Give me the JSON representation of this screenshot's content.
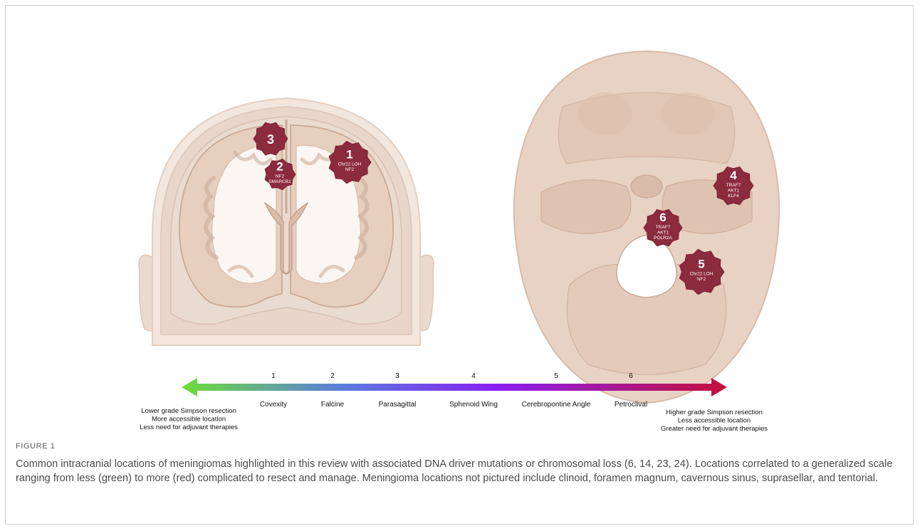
{
  "figure": {
    "label": "FIGURE 1",
    "caption": "Common intracranial locations of meningiomas highlighted in this review with  associated DNA driver mutations or chromosomal loss (6, 14, 23, 24). Locations correlated to a generalized scale ranging from less (green) to more (red) complicated to resect  and manage. Meningioma locations not pictured include clinoid, foramen magnum, cavernous sinus, suprasellar, and tentorial."
  },
  "tumors": [
    {
      "number": "1",
      "lines": [
        "Chr22 LOH",
        "NF2"
      ]
    },
    {
      "number": "2",
      "lines": [
        "NF2",
        "SMARCB1"
      ]
    },
    {
      "number": "3",
      "lines": []
    },
    {
      "number": "4",
      "lines": [
        "TRAF7",
        "AKT1",
        "KLF4"
      ]
    },
    {
      "number": "5",
      "lines": [
        "Chr22 LOH",
        "NF2"
      ]
    },
    {
      "number": "6",
      "lines": [
        "TRAF7",
        "AKT1",
        "POLR2A"
      ]
    }
  ],
  "scale": {
    "ticks": [
      {
        "number": "1",
        "label": "Covexity"
      },
      {
        "number": "2",
        "label": "Falcine"
      },
      {
        "number": "3",
        "label": "Parasagittal"
      },
      {
        "number": "4",
        "label": "Sphenoid Wing"
      },
      {
        "number": "5",
        "label": "Cerebropontine Angle"
      },
      {
        "number": "6",
        "label": "Petroclival"
      }
    ],
    "left_text": [
      "Lower grade Simpson resection",
      "More accessible location",
      "Less need for adjuvant therapies"
    ],
    "right_text": [
      "Higher grade Simpson resection",
      "Less accessible location",
      "Greater need for adjuvant therapies"
    ],
    "colors": {
      "green": "#6fdc3a",
      "blue": "#5b7be0",
      "purple": "#8a1ff0",
      "red": "#c4103a"
    }
  },
  "colors": {
    "tumor": "#8c2a3e",
    "tissue": "#f1e0d6",
    "tissue_dark": "#e0c4b2",
    "skull": "#dcc0b0"
  }
}
